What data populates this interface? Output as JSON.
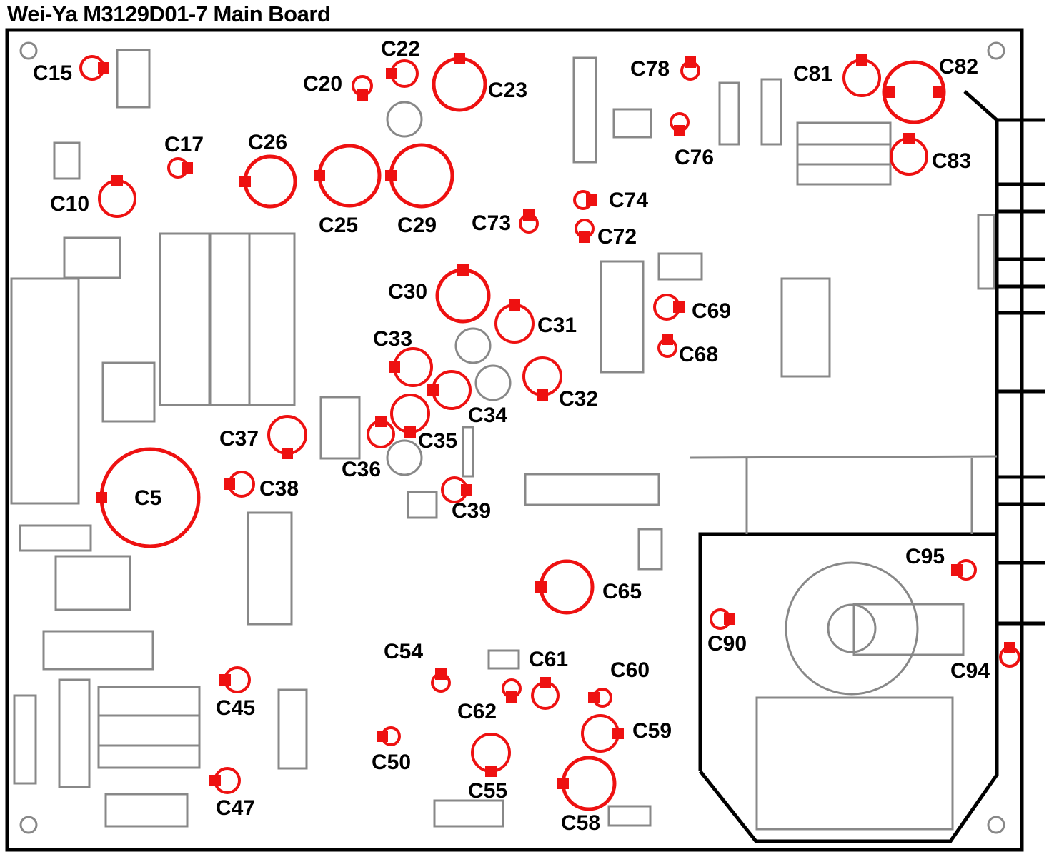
{
  "title": "Wei-Ya M3129D01-7 Main Board",
  "colors": {
    "capacitor": "#ee1111",
    "outline": "#000000",
    "component": "#888888"
  },
  "capacitors": [
    {
      "id": "C15",
      "label": "C15",
      "marker": "right"
    },
    {
      "id": "C22",
      "label": "C22",
      "marker": "left"
    },
    {
      "id": "C20",
      "label": "C20",
      "marker": "bottom"
    },
    {
      "id": "C23",
      "label": "C23",
      "marker": "top"
    },
    {
      "id": "C78",
      "label": "C78",
      "marker": "top"
    },
    {
      "id": "C81",
      "label": "C81",
      "marker": "top"
    },
    {
      "id": "C82",
      "label": "C82",
      "marker": "both"
    },
    {
      "id": "C83",
      "label": "C83",
      "marker": "top"
    },
    {
      "id": "C76",
      "label": "C76",
      "marker": "bottom"
    },
    {
      "id": "C17",
      "label": "C17",
      "marker": "right"
    },
    {
      "id": "C26",
      "label": "C26",
      "marker": "left"
    },
    {
      "id": "C25",
      "label": "C25",
      "marker": "left"
    },
    {
      "id": "C29",
      "label": "C29",
      "marker": "left"
    },
    {
      "id": "C10",
      "label": "C10",
      "marker": "top"
    },
    {
      "id": "C74",
      "label": "C74",
      "marker": "right"
    },
    {
      "id": "C73",
      "label": "C73",
      "marker": "top"
    },
    {
      "id": "C72",
      "label": "C72",
      "marker": "bottom"
    },
    {
      "id": "C30",
      "label": "C30",
      "marker": "top"
    },
    {
      "id": "C31",
      "label": "C31",
      "marker": "top"
    },
    {
      "id": "C69",
      "label": "C69",
      "marker": "right"
    },
    {
      "id": "C68",
      "label": "C68",
      "marker": "top"
    },
    {
      "id": "C33",
      "label": "C33",
      "marker": "left"
    },
    {
      "id": "C34",
      "label": "C34",
      "marker": "left"
    },
    {
      "id": "C32",
      "label": "C32",
      "marker": "bottom"
    },
    {
      "id": "C35",
      "label": "C35",
      "marker": "bottom"
    },
    {
      "id": "C36",
      "label": "C36",
      "marker": "top"
    },
    {
      "id": "C37",
      "label": "C37",
      "marker": "bottom"
    },
    {
      "id": "C38",
      "label": "C38",
      "marker": "left"
    },
    {
      "id": "C5",
      "label": "C5",
      "marker": "left"
    },
    {
      "id": "C39",
      "label": "C39",
      "marker": "right"
    },
    {
      "id": "C65",
      "label": "C65",
      "marker": "left"
    },
    {
      "id": "C95",
      "label": "C95",
      "marker": "left"
    },
    {
      "id": "C90",
      "label": "C90",
      "marker": "right"
    },
    {
      "id": "C94",
      "label": "C94",
      "marker": "top"
    },
    {
      "id": "C54",
      "label": "C54",
      "marker": "top"
    },
    {
      "id": "C61",
      "label": "C61",
      "marker": "top"
    },
    {
      "id": "C60",
      "label": "C60",
      "marker": "left"
    },
    {
      "id": "C62",
      "label": "C62",
      "marker": "bottom"
    },
    {
      "id": "C45",
      "label": "C45",
      "marker": "left"
    },
    {
      "id": "C59",
      "label": "C59",
      "marker": "right"
    },
    {
      "id": "C50",
      "label": "C50",
      "marker": "left"
    },
    {
      "id": "C55",
      "label": "C55",
      "marker": "bottom"
    },
    {
      "id": "C47",
      "label": "C47",
      "marker": "left"
    },
    {
      "id": "C58",
      "label": "C58",
      "marker": "left"
    }
  ]
}
